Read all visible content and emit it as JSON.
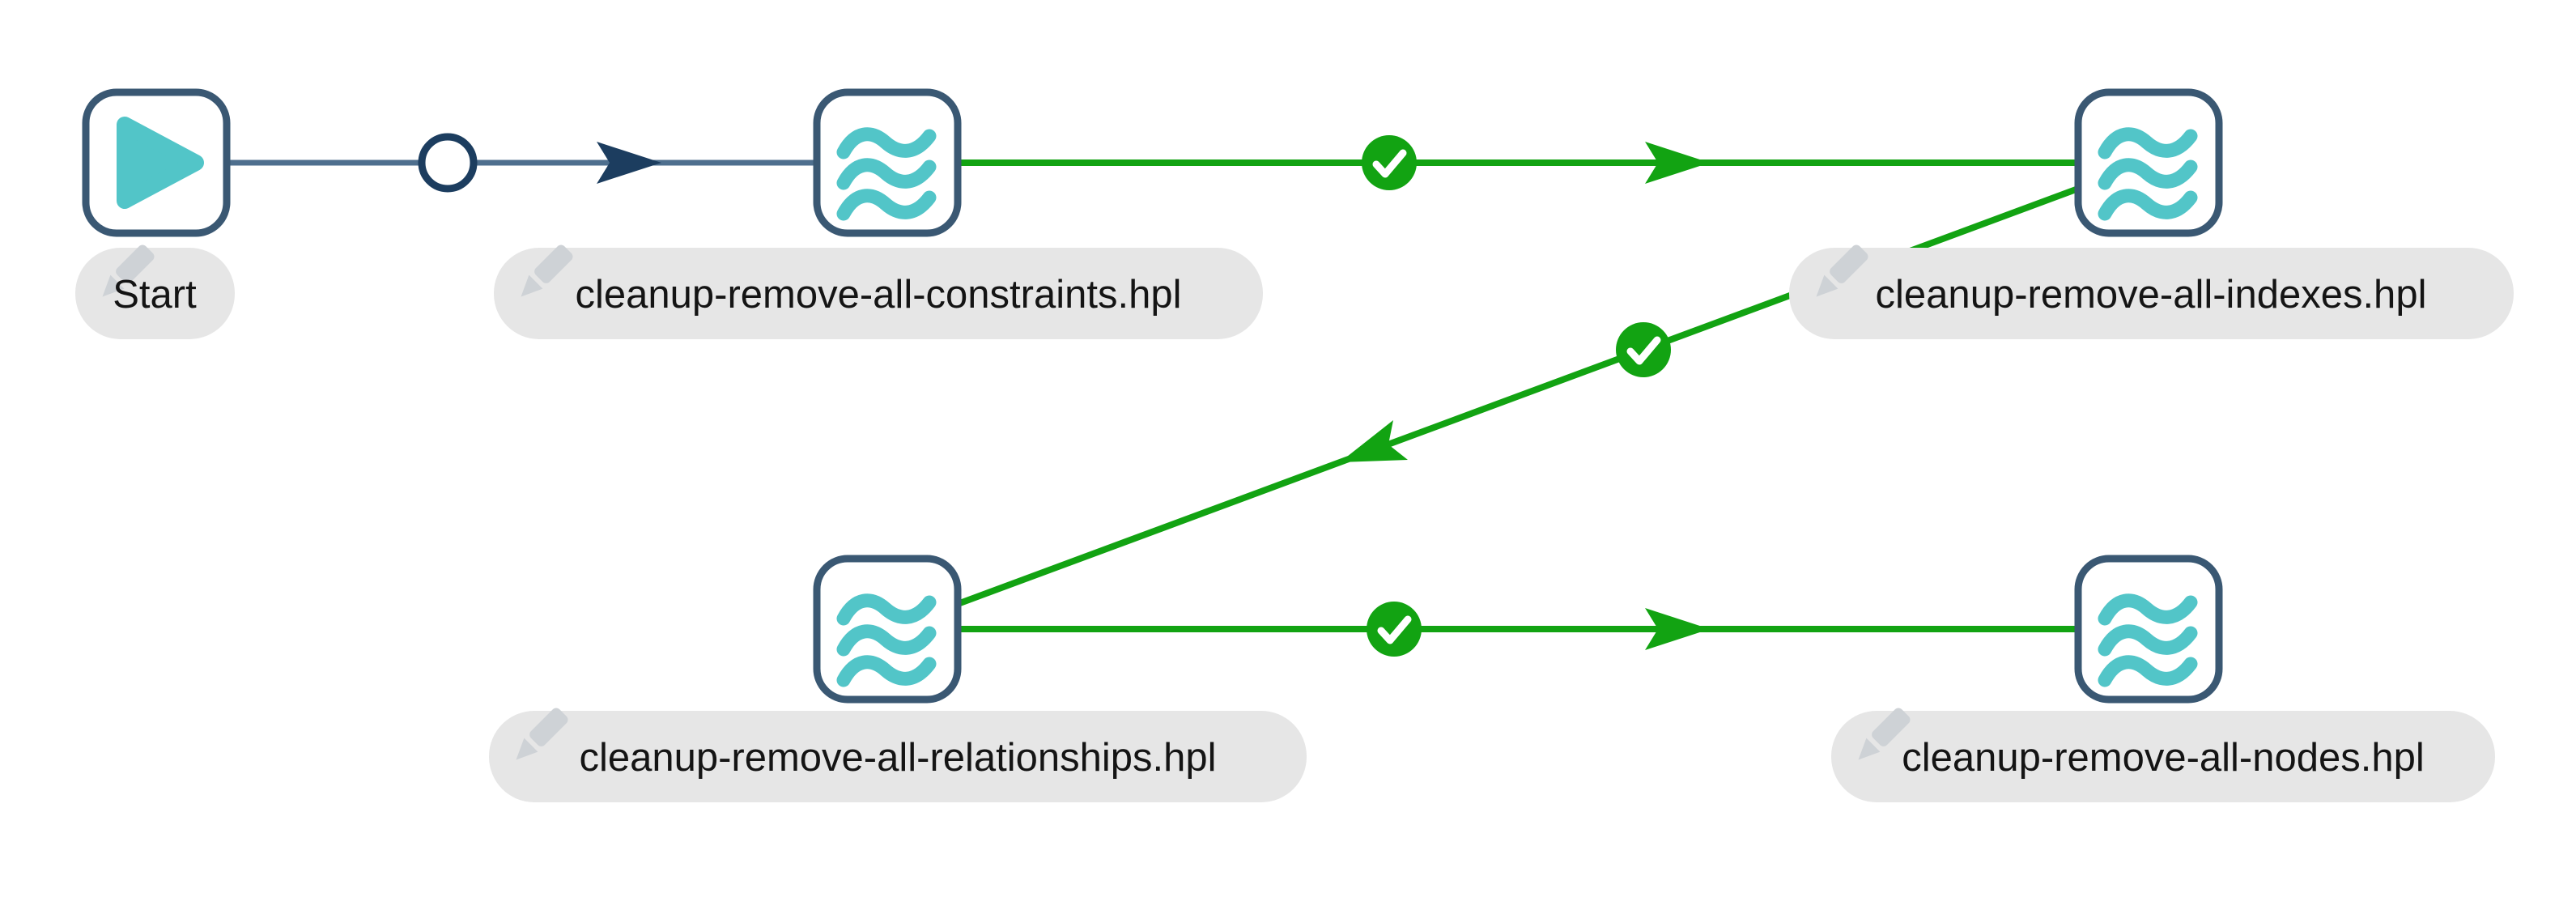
{
  "app": {
    "view": "workflow-graph-canvas"
  },
  "workflow": {
    "actions": [
      {
        "id": "start",
        "label": "Start",
        "icon": "play-icon",
        "type": "start-action"
      },
      {
        "id": "constraints",
        "label": "cleanup-remove-all-constraints.hpl",
        "icon": "pipeline-waves-icon",
        "type": "pipeline-action"
      },
      {
        "id": "indexes",
        "label": "cleanup-remove-all-indexes.hpl",
        "icon": "pipeline-waves-icon",
        "type": "pipeline-action"
      },
      {
        "id": "relationships",
        "label": "cleanup-remove-all-relationships.hpl",
        "icon": "pipeline-waves-icon",
        "type": "pipeline-action"
      },
      {
        "id": "nodes",
        "label": "cleanup-remove-all-nodes.hpl",
        "icon": "pipeline-waves-icon",
        "type": "pipeline-action"
      }
    ],
    "hops": [
      {
        "from": "Start",
        "to": "cleanup-remove-all-constraints.hpl",
        "kind": "unconditional",
        "marker": "hop-toggle-circle-icon",
        "arrow_color": "navy"
      },
      {
        "from": "cleanup-remove-all-constraints.hpl",
        "to": "cleanup-remove-all-indexes.hpl",
        "kind": "on-success",
        "marker": "success-check-icon",
        "arrow_color": "green"
      },
      {
        "from": "cleanup-remove-all-indexes.hpl",
        "to": "cleanup-remove-all-relationships.hpl",
        "kind": "on-success",
        "marker": "success-check-icon",
        "arrow_color": "green"
      },
      {
        "from": "cleanup-remove-all-relationships.hpl",
        "to": "cleanup-remove-all-nodes.hpl",
        "kind": "on-success",
        "marker": "success-check-icon",
        "arrow_color": "green"
      }
    ],
    "label_decoration_icon": "edit-pencil-icon"
  },
  "colors": {
    "green": "#12a312",
    "teal": "#52c5c8",
    "navy": "#1c3d5f",
    "slate-line": "#4e6f8e",
    "node-border": "#3a5873",
    "pill-bg": "#e6e6e6",
    "pill-text": "#141414",
    "pencil": "#ced2d6",
    "canvas-bg": "#ffffff"
  }
}
